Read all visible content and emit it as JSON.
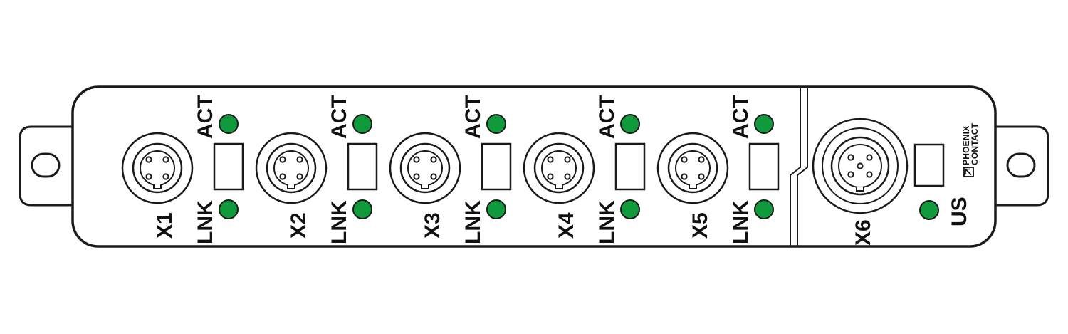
{
  "device": {
    "ports": [
      {
        "label": "X1",
        "act_label": "ACT",
        "lnk_label": "LNK",
        "pins": 4
      },
      {
        "label": "X2",
        "act_label": "ACT",
        "lnk_label": "LNK",
        "pins": 4
      },
      {
        "label": "X3",
        "act_label": "ACT",
        "lnk_label": "LNK",
        "pins": 4
      },
      {
        "label": "X4",
        "act_label": "ACT",
        "lnk_label": "LNK",
        "pins": 4
      },
      {
        "label": "X5",
        "act_label": "ACT",
        "lnk_label": "LNK",
        "pins": 4
      }
    ],
    "power_port": {
      "label": "X6",
      "led_label": "US",
      "pins": 5
    },
    "brand": {
      "line1": "PHOENIX",
      "line2": "CONTACT"
    },
    "colors": {
      "outline": "#1a1a1a",
      "led": "#119a3c",
      "background": "#ffffff"
    }
  }
}
